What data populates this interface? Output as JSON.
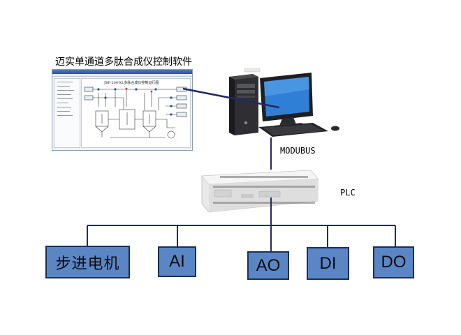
{
  "software_title": "迈实单通道多肽合成仪控制软件",
  "software_heading": "JBP-200-XL多肽合成仪控制运行图",
  "modbus_label": "MODUBUS",
  "plc_label": "PLC",
  "modules": [
    {
      "id": "stepper",
      "label": "步进电机"
    },
    {
      "id": "ai",
      "label": "AI"
    },
    {
      "id": "ao",
      "label": "AO"
    },
    {
      "id": "di",
      "label": "DI"
    },
    {
      "id": "do",
      "label": "DO"
    }
  ],
  "colors": {
    "module_fill": "#5b86c6",
    "module_border": "#1c2f55",
    "bus_line": "#1f2a6b",
    "monitor_screen": "#2f7fd6"
  }
}
